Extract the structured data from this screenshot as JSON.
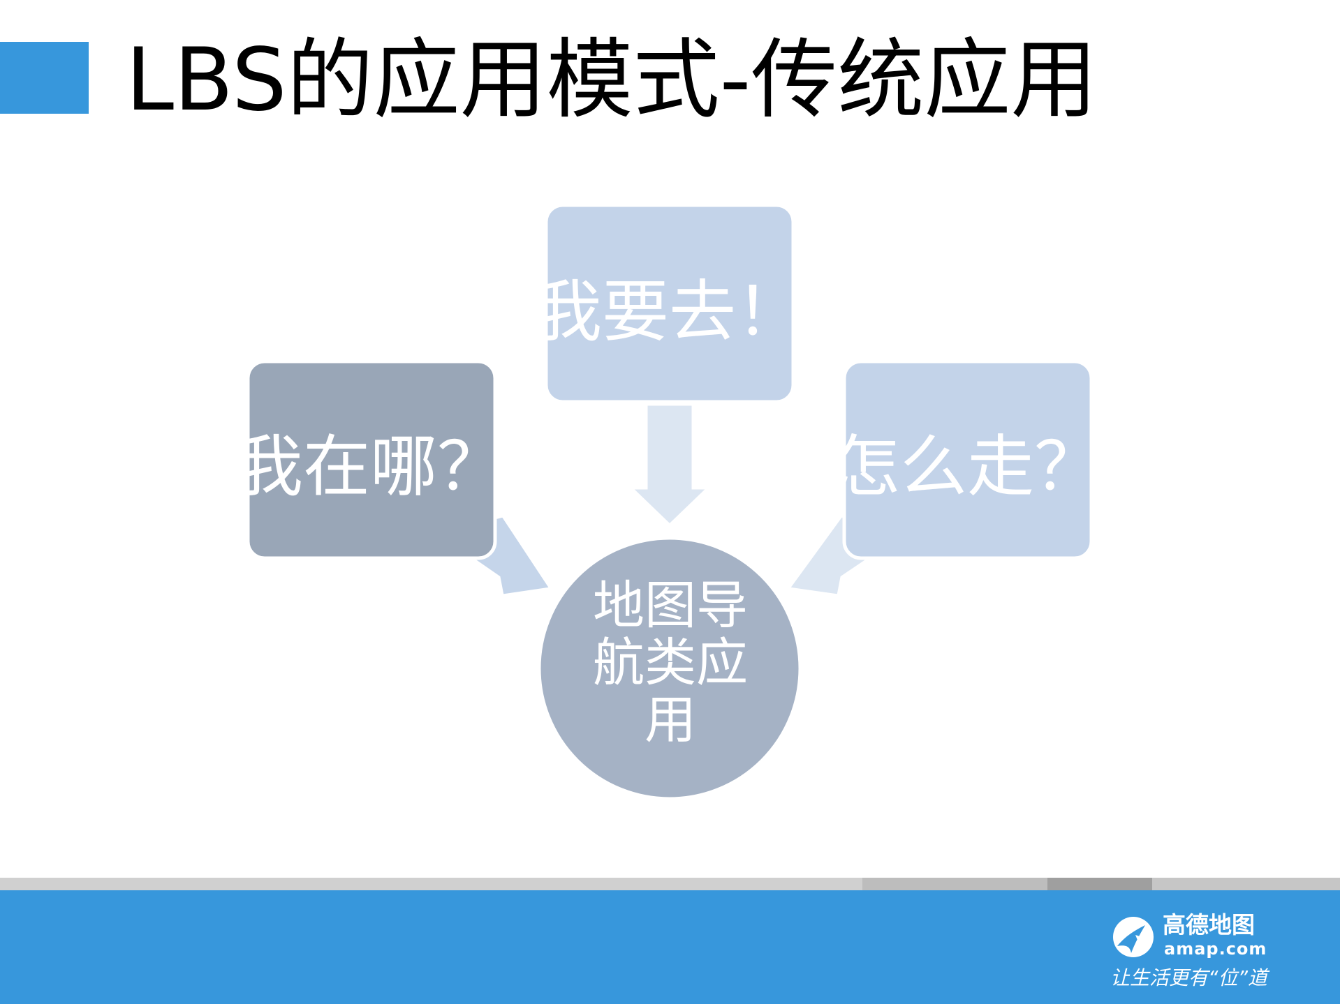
{
  "slide": {
    "title": "LBS的应用模式-传统应用"
  },
  "diagram": {
    "center": "地图导航类应用",
    "nodes": {
      "where": "我在哪？",
      "goto": "我要去！",
      "how": "怎么走？"
    }
  },
  "footer": {
    "logo_name": "高德地图",
    "logo_domain": "amap.com",
    "slogan": "让生活更有“位”道"
  },
  "colors": {
    "accent_blue": "#3797dc",
    "node_dark": "#99a6b7",
    "node_light": "#c3d3e9",
    "arrow": "#c5d5ea",
    "arrow_light": "#dce6f2",
    "center_circle": "#a5b2c5"
  }
}
